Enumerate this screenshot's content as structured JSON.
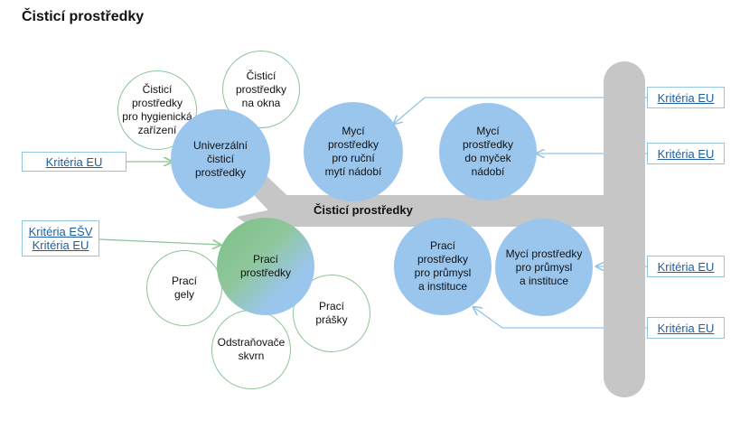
{
  "title": "Čisticí prostředky",
  "trunk_label": "Čisticí prostředky",
  "colors": {
    "blue": "#9ac6ee",
    "green": "#7cc088",
    "gray": "#c6c6c6",
    "blue_line": "#93c4e6",
    "green_line": "#8cc496",
    "link": "#1e5e9f"
  },
  "circles": {
    "hygiene": "Čisticí\nprostředky\npro hygienická\nzařízení",
    "windows": "Čisticí\nprostředky\nna okna",
    "universal": "Univerzální\nčisticí\nprostředky",
    "hand_dish": "Mycí\nprostředky\npro ruční\nmytí nádobí",
    "machine_dish": "Mycí\nprostředky\ndo myček\nnádobí",
    "laundry": "Prací\nprostředky",
    "gels": "Prací\ngely",
    "powders": "Prací\nprášky",
    "stain": "Odstraňovače\nskvrn",
    "industrial_laundry": "Prací\nprostředky\npro průmysl\na instituce",
    "industrial_wash": "Mycí prostředky\npro průmysl\na instituce"
  },
  "boxes": {
    "universal_eu": "Kritéria EU",
    "laundry_esv": "Kritéria EŠV",
    "laundry_eu": "Kritéria EU",
    "hand_dish_eu": "Kritéria EU",
    "machine_dish_eu": "Kritéria EU",
    "industrial_wash_eu": "Kritéria EU",
    "industrial_laundry_eu": "Kritéria EU"
  }
}
